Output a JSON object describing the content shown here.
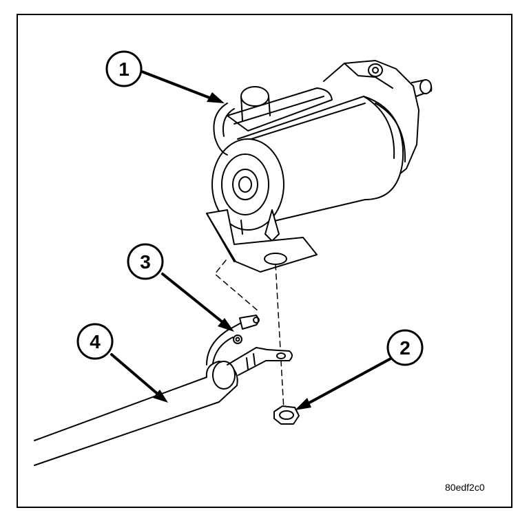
{
  "figure": {
    "id": "80edf2c0",
    "callouts": [
      {
        "number": "1",
        "target": "starter-motor"
      },
      {
        "number": "2",
        "target": "mounting-nut"
      },
      {
        "number": "3",
        "target": "solenoid-terminal-nut"
      },
      {
        "number": "4",
        "target": "battery-cable"
      }
    ]
  },
  "colors": {
    "line": "#000000",
    "background": "#ffffff"
  }
}
